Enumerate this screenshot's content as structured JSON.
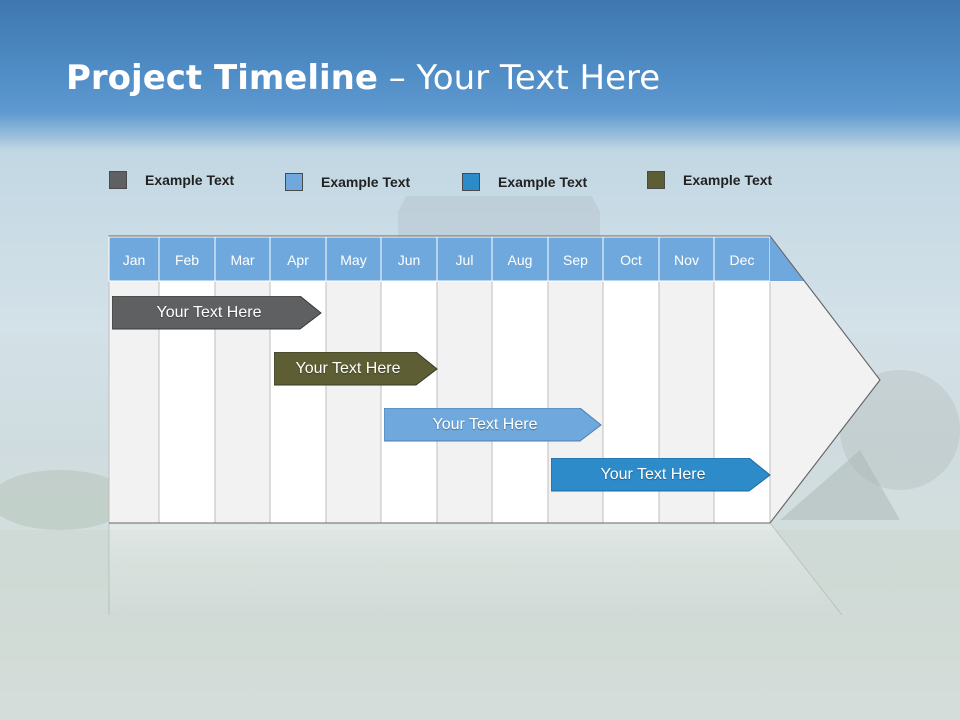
{
  "slide": {
    "title_bold": "Project Timeline",
    "title_rest": " – Your Text Here"
  },
  "legend": [
    {
      "label": "Example Text",
      "color": "#5f6062"
    },
    {
      "label": "Example Text",
      "color": "#6fa8dc"
    },
    {
      "label": "Example Text",
      "color": "#2e8bc9"
    },
    {
      "label": "Example Text",
      "color": "#5d5e33"
    }
  ],
  "months": [
    "Jan",
    "Feb",
    "Mar",
    "Apr",
    "May",
    "Jun",
    "Jul",
    "Aug",
    "Sep",
    "Oct",
    "Nov",
    "Dec"
  ],
  "tasks": [
    {
      "label": "Your  Text Here",
      "color": "#5f6062"
    },
    {
      "label": "Your  Text Here",
      "color": "#5d5e33"
    },
    {
      "label": "Your  Text Here",
      "color": "#6fa8dc"
    },
    {
      "label": "Your  Text Here",
      "color": "#2e8bc9"
    }
  ],
  "colors": {
    "header_blue": "#4a86c0",
    "month_bar": "#6fa8dc",
    "grid_light": "#f2f2f2",
    "grid_white": "#ffffff"
  }
}
